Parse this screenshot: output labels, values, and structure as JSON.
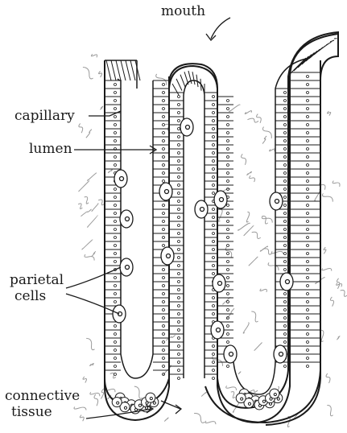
{
  "labels": {
    "mouth": "mouth",
    "capillary": "capillary",
    "lumen": "lumen",
    "parietal_1": "parietal",
    "parietal_2": "cells",
    "connective_1": "connective",
    "connective_2": "tissue"
  },
  "colors": {
    "ink": "#1a1a1a",
    "paper": "#ffffff",
    "tissue": "#9a9a9a"
  }
}
